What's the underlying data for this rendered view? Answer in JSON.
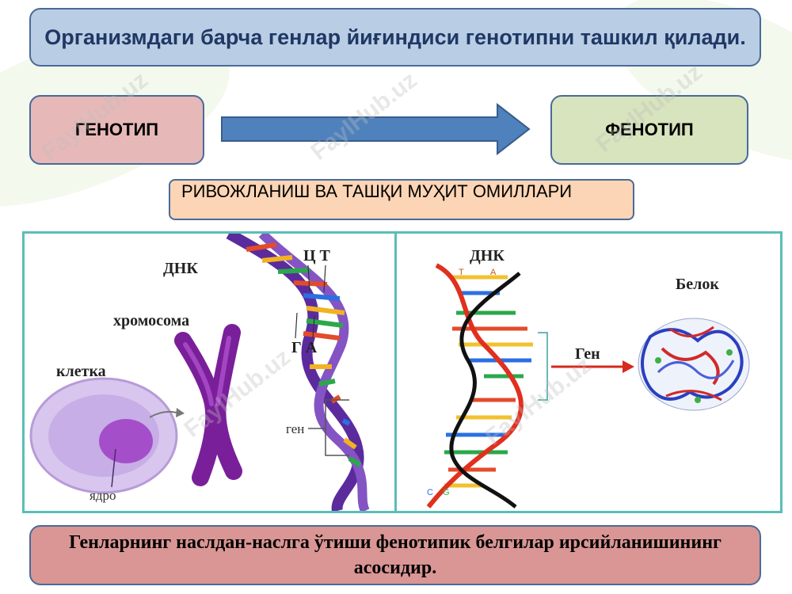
{
  "title": "Организмдаги барча генлар йиғиндиси генотипни ташкил қилади.",
  "genotype_label": "ГЕНОТИП",
  "phenotype_label": "ФЕНОТИП",
  "factors_label": "РИВОЖЛАНИШ ВА ТАШҚИ МУҲИТ ОМИЛЛАРИ",
  "left_panel": {
    "dna": "ДНК",
    "chromosome": "хромосома",
    "cell": "клетка",
    "nucleus": "ядро",
    "gene": "ген",
    "bases_top": "Ц Т",
    "bases_bottom": "Г А"
  },
  "right_panel": {
    "dna": "ДНК",
    "gene": "Ген",
    "protein": "Белок",
    "base_t": "T",
    "base_a": "A",
    "base_c": "C",
    "base_g": "G"
  },
  "conclusion": "Генларнинг наслдан-наслга ўтиши фенотипик белгилар ирсийланишининг асосидир.",
  "watermark": "FaylHub.uz",
  "colors": {
    "title_bg": "#b9cde5",
    "genotype_bg": "#e6b9b8",
    "phenotype_bg": "#d7e4bd",
    "factors_bg": "#fbd5b5",
    "conclusion_bg": "#d99694",
    "arrow": "#4f81bd",
    "panel_border": "#5bbdb8"
  }
}
